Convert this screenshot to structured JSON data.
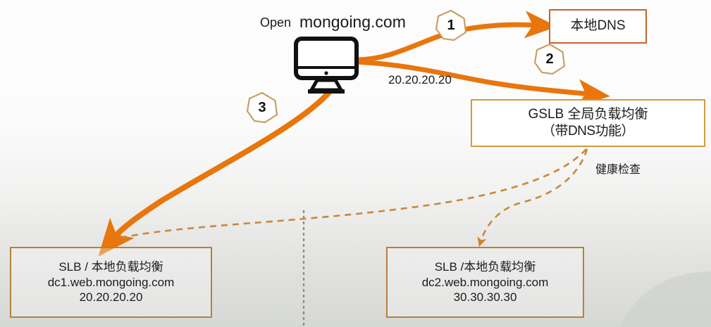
{
  "diagram": {
    "title_labels": {
      "open_prefix": "Open",
      "domain": "mongoing.com",
      "client_ip": "20.20.20.20",
      "health_check": "健康检查"
    },
    "steps": [
      {
        "id": "step-1",
        "number": "1"
      },
      {
        "id": "step-2",
        "number": "2"
      },
      {
        "id": "step-3",
        "number": "3"
      }
    ],
    "nodes": {
      "local_dns": {
        "label": "本地DNS"
      },
      "gslb": {
        "line1": "GSLB 全局负载均衡",
        "line2": "（带DNS功能）"
      },
      "slb_dc1": {
        "line1": "SLB / 本地负载均衡",
        "line2": "dc1.web.mongoing.com",
        "line3": "20.20.20.20"
      },
      "slb_dc2": {
        "line1": "SLB /本地负载均衡",
        "line2": "dc2.web.mongoing.com",
        "line3": "30.30.30.30"
      }
    },
    "icons": {
      "client": "desktop-monitor-icon"
    },
    "colors": {
      "arrow_orange": "#E8760C",
      "dashed_line": "#C8883C",
      "dns_box_border": "#C4632C",
      "gslb_box_border": "#D19B3D",
      "slb_box_border": "#B5813A",
      "badge_border": "#C9A063",
      "text": "#1A1A1A",
      "background_top": "#FDFDFD",
      "background_bottom": "#D6D8D5"
    }
  }
}
